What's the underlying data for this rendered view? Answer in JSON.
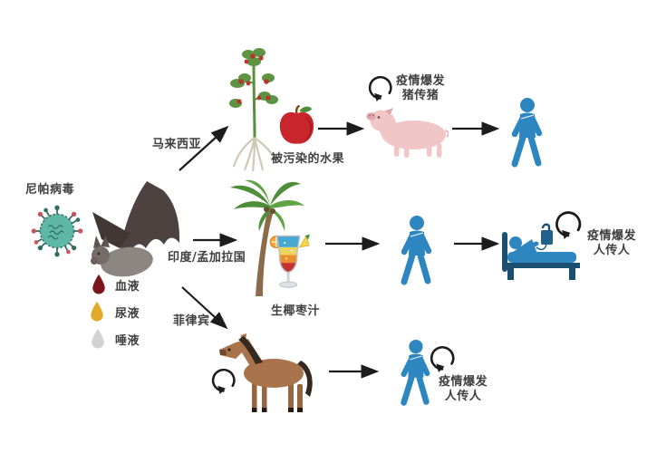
{
  "virus": {
    "label": "尼帕病毒"
  },
  "legend": {
    "items": [
      {
        "name": "blood",
        "label": "血液",
        "color": "#7a161b"
      },
      {
        "name": "urine",
        "label": "尿液",
        "color": "#e2a82b"
      },
      {
        "name": "saliva",
        "label": "唾液",
        "color": "#d2d2d2"
      }
    ]
  },
  "routes": {
    "malaysia": {
      "region_label": "马来西亚",
      "fruit_label": "被污染的水果",
      "outbreak": {
        "line1": "疫情爆发",
        "line2": "猪传猪"
      }
    },
    "india_bangladesh": {
      "region_label": "印度/孟加拉国",
      "juice_label": "生椰枣汁",
      "outbreak": {
        "line1": "疫情爆发",
        "line2": "人传人"
      }
    },
    "philippines": {
      "region_label": "菲律宾",
      "outbreak": {
        "line1": "疫情爆发",
        "line2": "人传人"
      }
    }
  },
  "icons": [
    "virus-icon",
    "bat-icon",
    "blood-drop-icon",
    "urine-drop-icon",
    "saliva-drop-icon",
    "fruit-tree-icon",
    "apple-icon",
    "pig-icon",
    "walking-person-icon",
    "palm-tree-icon",
    "cocktail-icon",
    "hospital-bed-icon",
    "horse-icon",
    "cycle-arrow-icon",
    "arrow-icon"
  ],
  "colors": {
    "person_blue": "#2e86c1",
    "bed_frame_navy": "#1b4f72",
    "virus_teal": "#5fb7a5",
    "arrow_black": "#1c1c1c",
    "text_gray": "#3f3f3f",
    "apple_red": "#c8252c",
    "pig_pink": "#f1c6c6",
    "horse_brown": "#a9744b"
  }
}
